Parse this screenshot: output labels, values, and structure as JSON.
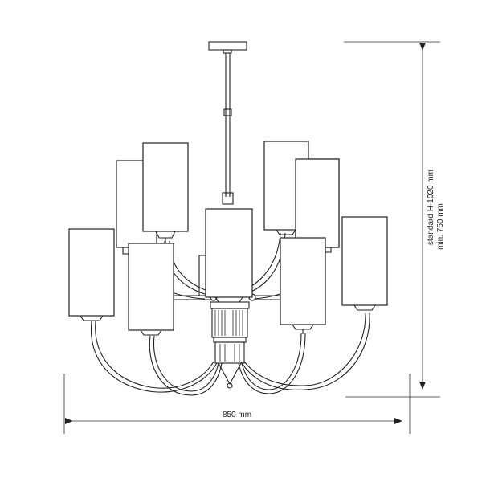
{
  "diagram": {
    "width_label": "850 mm",
    "height_standard_label": "standard H-1020 mm",
    "height_min_label": "min. 750 mm"
  },
  "colors": {
    "line": "#222222",
    "background": "#ffffff"
  }
}
